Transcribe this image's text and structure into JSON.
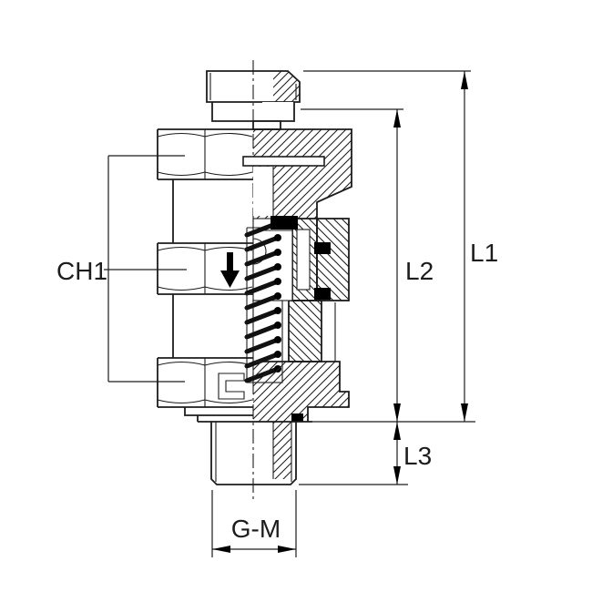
{
  "drawing": {
    "labels": {
      "ch1": "CH1",
      "l1": "L1",
      "l2": "L2",
      "l3": "L3",
      "gm": "G-M"
    }
  },
  "icons": {
    "flow_direction_arrow": "↓",
    "manufacturer_logo": "⊏"
  },
  "colors": {
    "ink": "#1c1c1c",
    "paper": "#ffffff",
    "seal_fill": "#000000"
  }
}
